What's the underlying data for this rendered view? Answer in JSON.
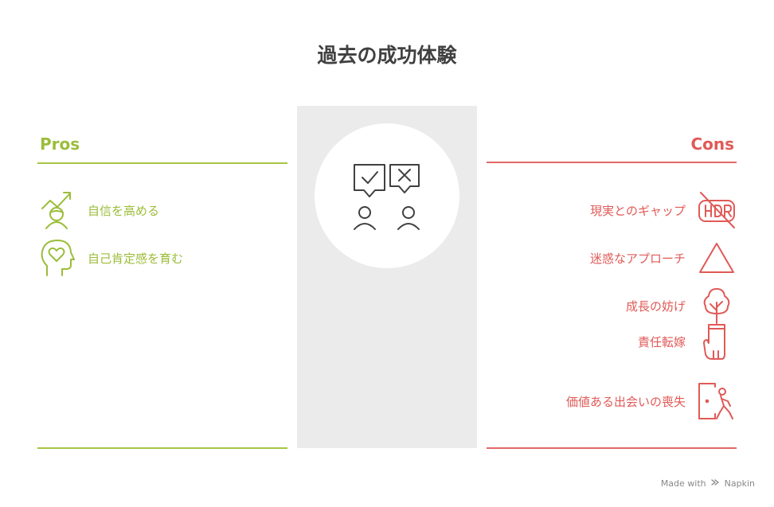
{
  "title": "過去の成功体験",
  "pros": {
    "heading": "Pros",
    "color": "#9bbd3a",
    "items": [
      {
        "label": "自信を高める",
        "icon": "growth-person-icon"
      },
      {
        "label": "自己肯定感を育む",
        "icon": "head-heart-icon"
      }
    ]
  },
  "cons": {
    "heading": "Cons",
    "color": "#e05a57",
    "items": [
      {
        "label": "現実とのギャップ",
        "icon": "hdr-off-icon"
      },
      {
        "label": "迷惑なアプローチ",
        "icon": "triangle-icon"
      },
      {
        "label": "成長の妨げ",
        "icon": "tree-icon"
      },
      {
        "label": "責任転嫁",
        "icon": "hand-icon"
      },
      {
        "label": "価値ある出会いの喪失",
        "icon": "person-leaving-door-icon"
      }
    ]
  },
  "center": {
    "icon": "approve-reject-discussion-icon"
  },
  "footer": {
    "made_with": "Made with",
    "brand": "Napkin"
  }
}
